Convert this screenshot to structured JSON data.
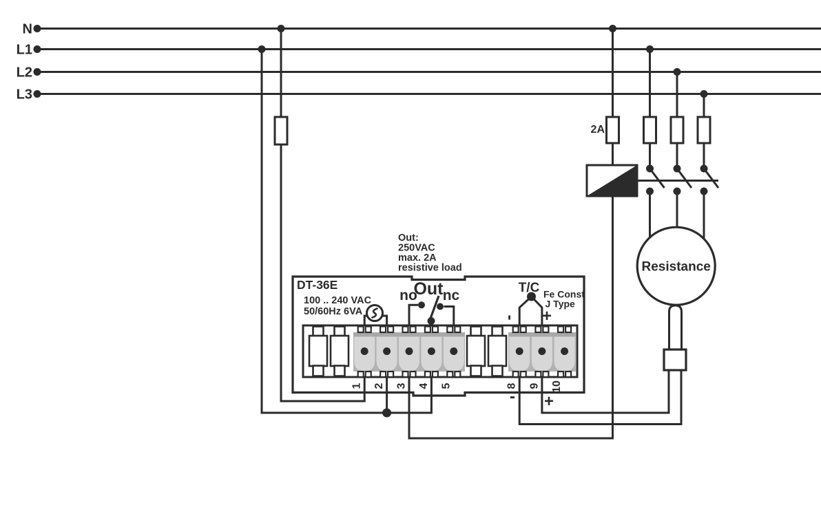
{
  "diagram": {
    "bus": {
      "n": "N",
      "l1": "L1",
      "l2": "L2",
      "l3": "L3"
    },
    "control_fuse_label": "2A",
    "load_label": "Resistance",
    "out_note": {
      "line1": "Out:",
      "line2": "250VAC",
      "line3": "max. 2A",
      "line4": "resistive load"
    },
    "device": {
      "model": "DT-36E",
      "supply1": "100 .. 240 VAC",
      "supply2": "50/60Hz 6VA",
      "relay_no": "no",
      "relay_out": "Out",
      "relay_nc": "nc",
      "tc_label": "T/C",
      "tc_type1": "Fe Const",
      "tc_type2": "J Type",
      "tc_minus": "-",
      "tc_plus": "+",
      "terminals_left": [
        "1",
        "2",
        "3",
        "4",
        "5"
      ],
      "terminals_right": [
        "8",
        "9",
        "10"
      ],
      "below_minus": "-",
      "below_plus": "+"
    },
    "colors": {
      "line": "#2b2b2b",
      "terminal_cell": "#d7d7d7",
      "terminal_background": "#b3b3b3",
      "terminal_band": "#a9a9a9"
    }
  }
}
